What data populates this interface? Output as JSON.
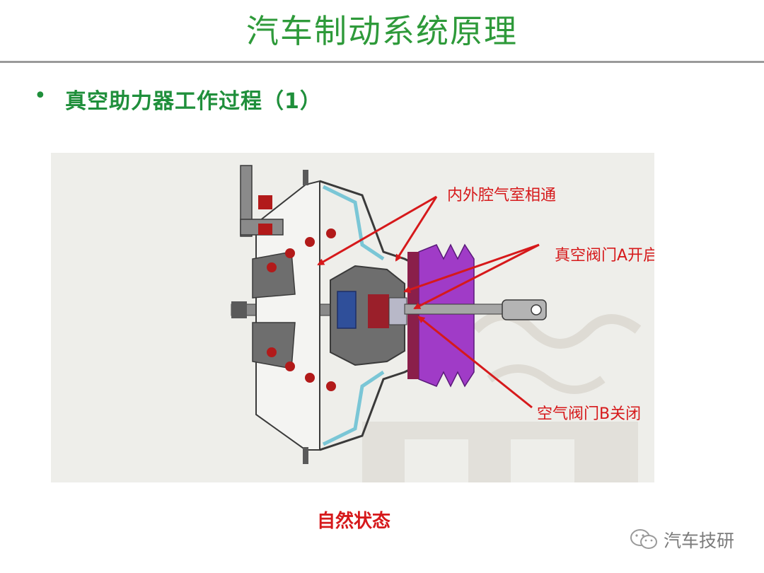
{
  "header": {
    "title": "汽车制动系统原理"
  },
  "section": {
    "bullet": "•",
    "title": "真空助力器工作过程（1）"
  },
  "figure": {
    "labels": {
      "chamber": "内外腔气室相通",
      "valve_a": "真空阀门A开启",
      "valve_b": "空气阀门B关闭"
    },
    "caption": "自然状态",
    "colors": {
      "annotation": "#d6191b",
      "body": "#6e6e6e",
      "dot": "#b21a1a",
      "boot": "#a03bc7",
      "seal": "#7ac6d6"
    }
  },
  "footer": {
    "watermark": "汽车技研",
    "icon": "wechat-icon"
  }
}
